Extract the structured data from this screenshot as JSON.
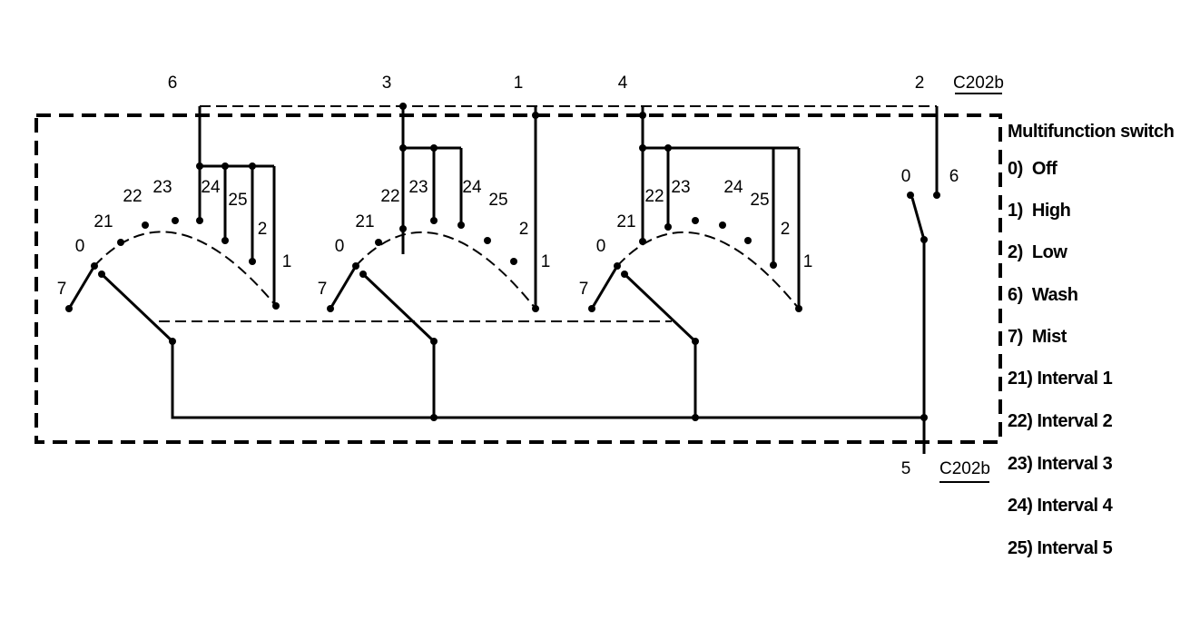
{
  "pins_top": [
    "6",
    "3",
    "1",
    "4",
    "2"
  ],
  "pin_bottom": "5",
  "connector_top": "C202b",
  "connector_bottom": "C202b",
  "switch_sections": [
    {
      "contacts": [
        "7",
        "0",
        "21",
        "22",
        "23",
        "24",
        "25",
        "2",
        "1"
      ]
    },
    {
      "contacts": [
        "7",
        "0",
        "21",
        "22",
        "23",
        "24",
        "25",
        "2",
        "1"
      ]
    },
    {
      "contacts": [
        "7",
        "0",
        "21",
        "22",
        "23",
        "24",
        "25",
        "2",
        "1"
      ]
    }
  ],
  "wash_switch": {
    "contact_a": "0",
    "contact_b": "6"
  },
  "legend": {
    "title": "Multifunction switch",
    "items": [
      "0)  Off",
      "1)  High",
      "2)  Low",
      "6)  Wash",
      "7)  Mist",
      "21) Interval 1",
      "22) Interval 2",
      "23) Interval 3",
      "24) Interval 4",
      "25) Interval 5"
    ]
  }
}
